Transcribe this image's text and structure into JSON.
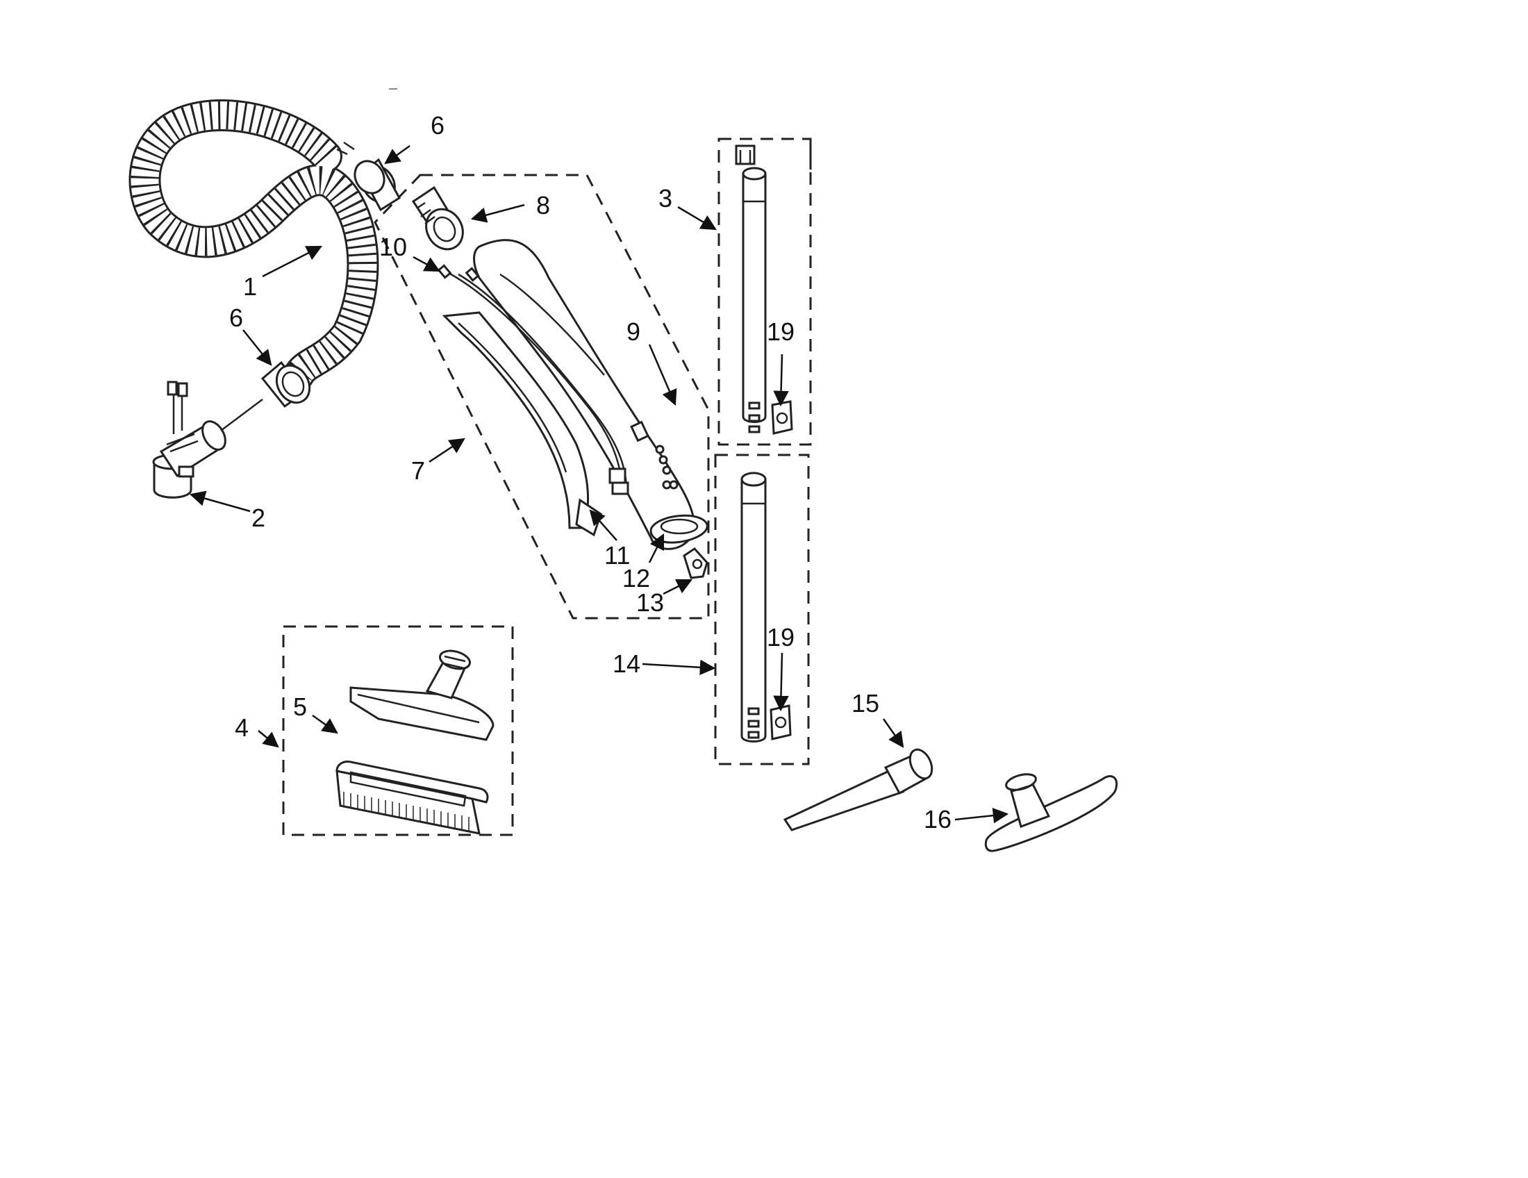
{
  "diagram": {
    "callouts": [
      "1",
      "2",
      "3",
      "4",
      "5",
      "6",
      "6",
      "7",
      "8",
      "9",
      "10",
      "11",
      "12",
      "13",
      "14",
      "15",
      "16",
      "19",
      "19"
    ]
  },
  "colors": {
    "line": "#222222",
    "background": "#ffffff"
  }
}
